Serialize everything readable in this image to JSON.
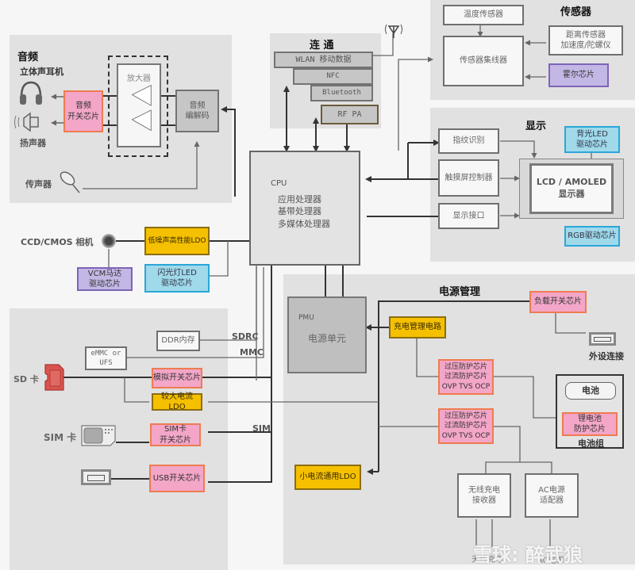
{
  "regions": {
    "audio": {
      "title": "音频"
    },
    "connectivity": {
      "title": "连 通"
    },
    "sensors": {
      "title": "传感器"
    },
    "display": {
      "title": "显示"
    },
    "power": {
      "title": "电源管理"
    }
  },
  "audio": {
    "headphones_label": "立体声耳机",
    "speaker_label": "扬声器",
    "mic_label": "传声器",
    "audio_switch": "音频\n开关芯片",
    "amplifier": "放大器",
    "codec": "音频\n编解码"
  },
  "connectivity": {
    "wlan": "WLAN  移动数据",
    "nfc": "NFC",
    "bluetooth": "Bluetooth",
    "rfpa": "RF PA"
  },
  "sensors": {
    "temp": "温度传感器",
    "hub": "传感器集线器",
    "prox": "距离传感器\n加速度/陀螺仪",
    "hall": "霍尔芯片"
  },
  "display": {
    "fingerprint": "指纹识别",
    "touch": "触摸屏控制器",
    "interface": "显示接口",
    "panel": "LCD / AMOLED\n显示器",
    "backlight": "背光LED\n驱动芯片",
    "rgb": "RGB驱动芯片"
  },
  "cpu": {
    "name": "CPU",
    "lines": "应用处理器\n基带处理器\n多媒体处理器"
  },
  "camera": {
    "label": "CCD/CMOS 相机",
    "ldo": "低噪声高性能LDO",
    "vcm": "VCM马达\n驱动芯片",
    "flash": "闪光灯LED\n驱动芯片"
  },
  "storage": {
    "ddr": "DDR内存",
    "emmc": "eMMC or\nUFS",
    "sdrc": "SDRC",
    "mmc": "MMC",
    "sim_bus": "SIM",
    "sd_label": "SD 卡",
    "sim_label": "SIM 卡",
    "analog_switch": "模拟开关芯片",
    "large_ldo": "较大电流LDO",
    "sim_switch": "SIM卡\n开关芯片",
    "usb_switch": "USB开关芯片"
  },
  "power": {
    "pmu_name": "PMU",
    "pmu_desc": "电源单元",
    "charge": "充电管理电路",
    "load_switch": "负载开关芯片",
    "peripheral": "外设连接",
    "protect1": "过压防护芯片\n过流防护芯片\nOVP  TVS  OCP",
    "protect2": "过压防护芯片\n过流防护芯片\nOVP  TVS  OCP",
    "battery": "电池",
    "battery_protect": "锂电池\n防护芯片",
    "battery_pack": "电池组",
    "small_ldo": "小电流通用LDO",
    "wireless": "无线充电\n接收器",
    "ac_adapter": "AC电源\n适配器",
    "wireless_src": "无线充电",
    "ac_src": "AC电源"
  },
  "watermark": "雪球: 醉武狼"
}
